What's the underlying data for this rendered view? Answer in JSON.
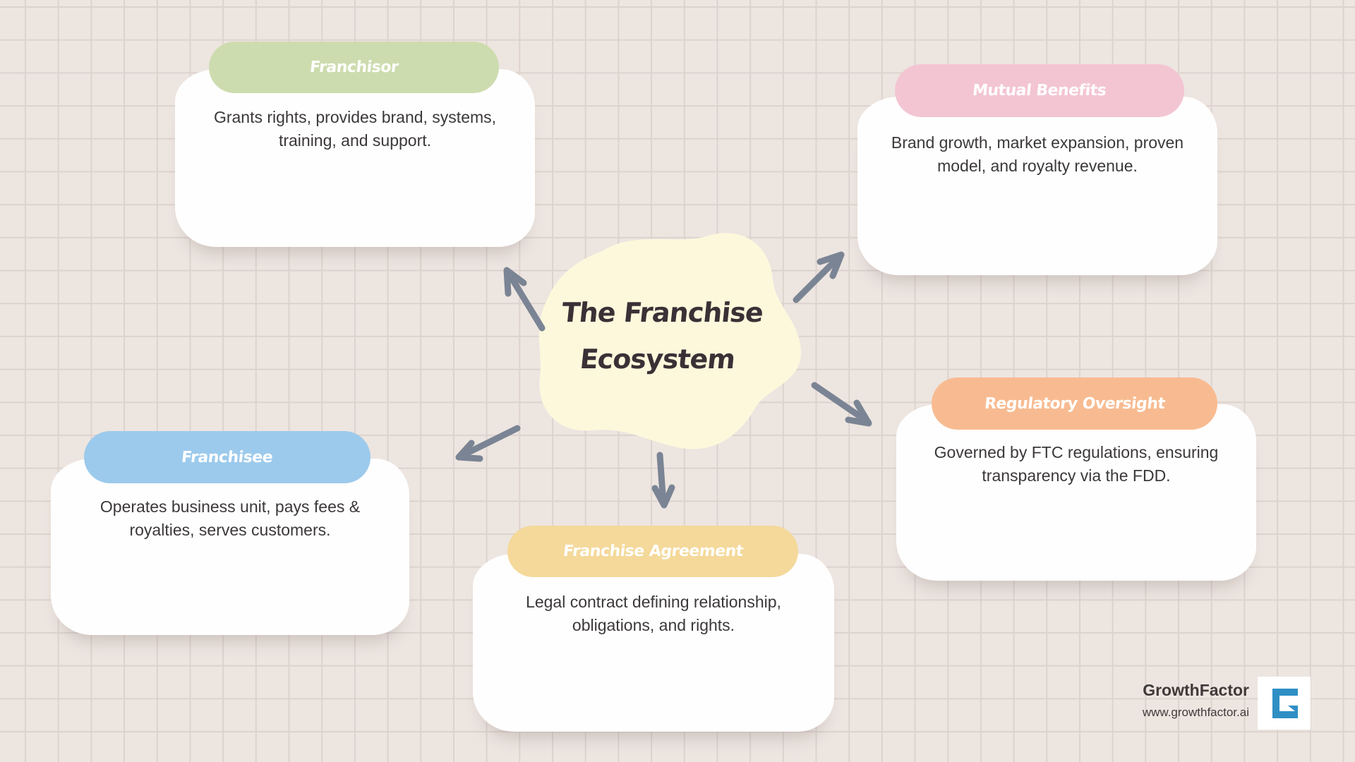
{
  "center": {
    "title_line1": "The Franchise",
    "title_line2": "Ecosystem",
    "fill": "#fdf8dc"
  },
  "cards": [
    {
      "id": "franchisor",
      "title": "Franchisor",
      "text": "Grants rights, provides brand, systems, training, and support.",
      "color": "#cddcae"
    },
    {
      "id": "mutual-benefits",
      "title": "Mutual Benefits",
      "text": "Brand growth, market expansion, proven model, and royalty revenue.",
      "color": "#f3c5d3"
    },
    {
      "id": "regulatory-oversight",
      "title": "Regulatory Oversight",
      "text": "Governed by FTC regulations, ensuring transparency via the FDD.",
      "color": "#f8bb91"
    },
    {
      "id": "franchise-agreement",
      "title": "Franchise Agreement",
      "text": "Legal contract defining relationship, obligations, and rights.",
      "color": "#f4d99a"
    },
    {
      "id": "franchisee",
      "title": "Franchisee",
      "text": "Operates business unit, pays fees & royalties, serves customers.",
      "color": "#9ccaec"
    }
  ],
  "arrow_color": "#7a8494",
  "brand": {
    "name": "GrowthFactor",
    "url": "www.growthfactor.ai",
    "logo_color": "#2f8fc4"
  }
}
